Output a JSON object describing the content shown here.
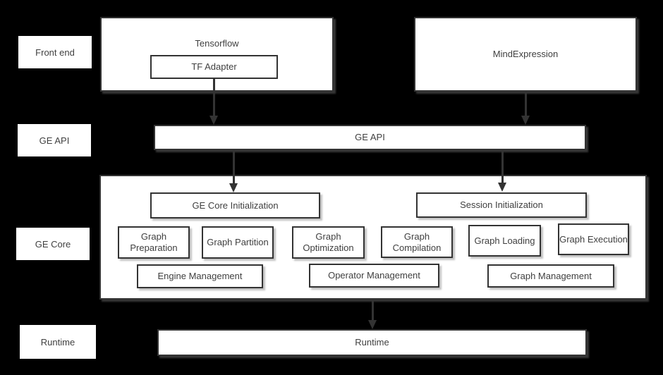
{
  "rows": {
    "front_end": "Front end",
    "ge_api": "GE API",
    "ge_core": "GE Core",
    "runtime": "Runtime"
  },
  "front_end": {
    "tensorflow": "Tensorflow",
    "tf_adapter": "TF Adapter",
    "mind_expression": "MindExpression"
  },
  "ge_api_bar": {
    "label": "GE API"
  },
  "ge_core": {
    "ge_core_initialization": "GE Core Initialization",
    "session_initialization": "Session Initialization",
    "modules": [
      "Graph Preparation",
      "Graph Partition",
      "Graph Optimization",
      "Graph Compilation",
      "Graph Loading",
      "Graph Execution"
    ],
    "managers": [
      "Engine Management",
      "Operator Management",
      "Graph Management"
    ]
  },
  "runtime_bar": {
    "label": "Runtime"
  },
  "colors": {
    "background": "#000000",
    "box_fill": "#ffffff",
    "box_border": "#333333",
    "text": "#404040",
    "arrow": "#333333"
  }
}
